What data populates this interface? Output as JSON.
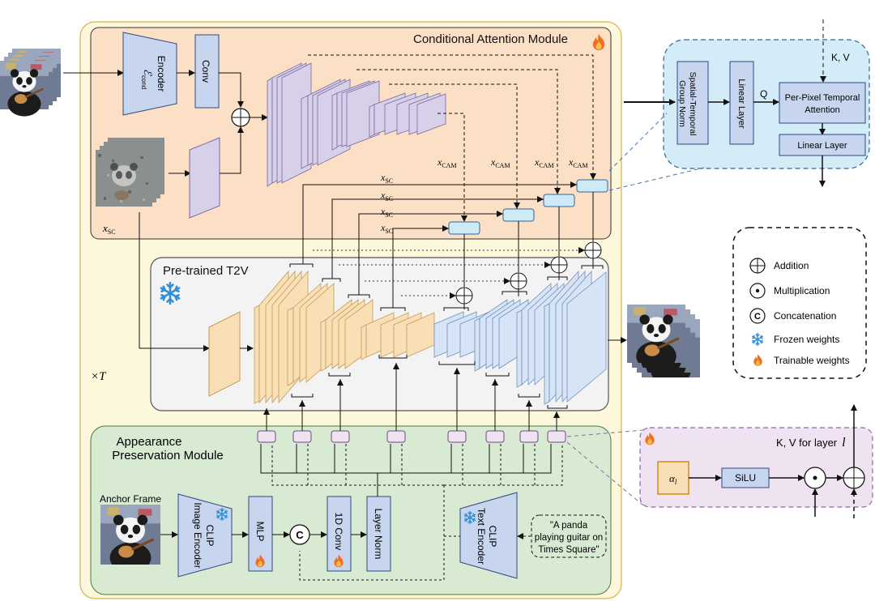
{
  "colors": {
    "outer_bg": "#fdf7dc",
    "cam_bg": "#fbe0c6",
    "t2v_bg": "#f3f3f3",
    "apm_bg": "#d9ead3",
    "zoom_bg": "#d4ecf7",
    "kv_bg": "#efe3f1",
    "block_blue": "#c7d6ee",
    "block_purple": "#d8cfe9",
    "block_orange": "#f9dfb5",
    "block_blue_light": "#d6e4f5",
    "trainable_flame": "#f26d21",
    "frozen_snowflake": "#2f8fd8"
  },
  "icons": [
    "flame-icon",
    "snowflake-icon"
  ],
  "cam": {
    "title": "Conditional Attention Module",
    "encoder_label": "Encoder",
    "encoder_symbol": "ℰ",
    "encoder_sub": "cond",
    "conv_label": "Conv",
    "xsc": "x",
    "xsc_sub": "SC",
    "xcam": "x",
    "xcam_sub": "CAM"
  },
  "t2v": {
    "title": "Pre-trained T2V",
    "times_t": "×T"
  },
  "apm": {
    "title_line1": "Appearance",
    "title_line2": "Preservation Module",
    "anchor_frame": "Anchor Frame",
    "clip_image_line1": "CLIP",
    "clip_image_line2": "Image Encoder",
    "mlp": "MLP",
    "concat_symbol": "C",
    "conv1d": "1D Conv",
    "layer_norm": "Layer Norm",
    "clip_text_line1": "CLIP",
    "clip_text_line2": "Text Encoder",
    "prompt_line1": "\"A panda",
    "prompt_line2": "playing guitar on",
    "prompt_line3": "Times Square\""
  },
  "zoom": {
    "kv": "K, V",
    "q": "Q",
    "group_norm_line1": "Spatial-Temporal",
    "group_norm_line2": "Group Norm",
    "linear_layer": "Linear Layer",
    "attention_line1": "Per-Pixel Temporal",
    "attention_line2": "Attention",
    "linear_layer_out": "Linear Layer"
  },
  "kv_box": {
    "title": "K, V for layer",
    "title_var": "l",
    "alpha": "α",
    "alpha_sub": "l",
    "silu": "SiLU"
  },
  "legend": {
    "addition": "Addition",
    "multiplication": "Multiplication",
    "concatenation": "Concatenation",
    "frozen": "Frozen weights",
    "trainable": "Trainable weights"
  }
}
